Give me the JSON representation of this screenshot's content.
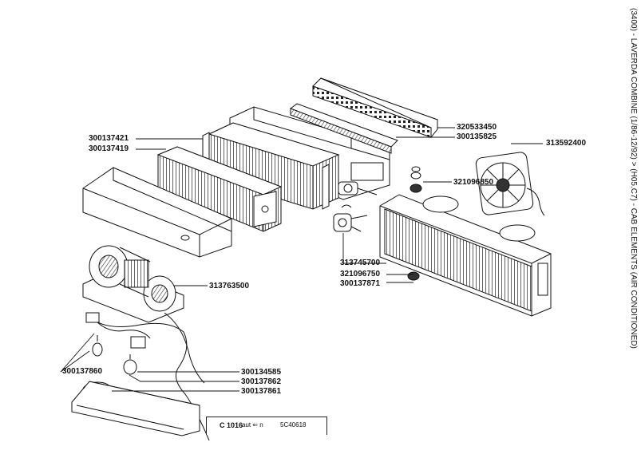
{
  "document": {
    "title": "(3400) - LAVERDA COMBINE (1/86-12/92) > (H05.C7) - CAB ELEMENTS (AIR CONDITIONED)",
    "figure_code": "C 1016",
    "figure_note": "aut ⇐ n",
    "figure_serial": "5C40618"
  },
  "part_labels": [
    {
      "id": "p300137421",
      "text": "300137421"
    },
    {
      "id": "p300137419",
      "text": "300137419"
    },
    {
      "id": "p320533450",
      "text": "320533450"
    },
    {
      "id": "p300135825",
      "text": "300135825"
    },
    {
      "id": "p313592400",
      "text": "313592400"
    },
    {
      "id": "p321096850",
      "text": "321096850"
    },
    {
      "id": "p313745700",
      "text": "313745700"
    },
    {
      "id": "p321096750",
      "text": "321096750"
    },
    {
      "id": "p300137871",
      "text": "300137871"
    },
    {
      "id": "p313763500",
      "text": "313763500"
    },
    {
      "id": "p300137860",
      "text": "300137860"
    },
    {
      "id": "p300134585",
      "text": "300134585"
    },
    {
      "id": "p300137862",
      "text": "300137862"
    },
    {
      "id": "p300137861",
      "text": "300137861"
    }
  ],
  "colors": {
    "ink": "#111111",
    "paper": "#ffffff",
    "shade": "#555555"
  }
}
